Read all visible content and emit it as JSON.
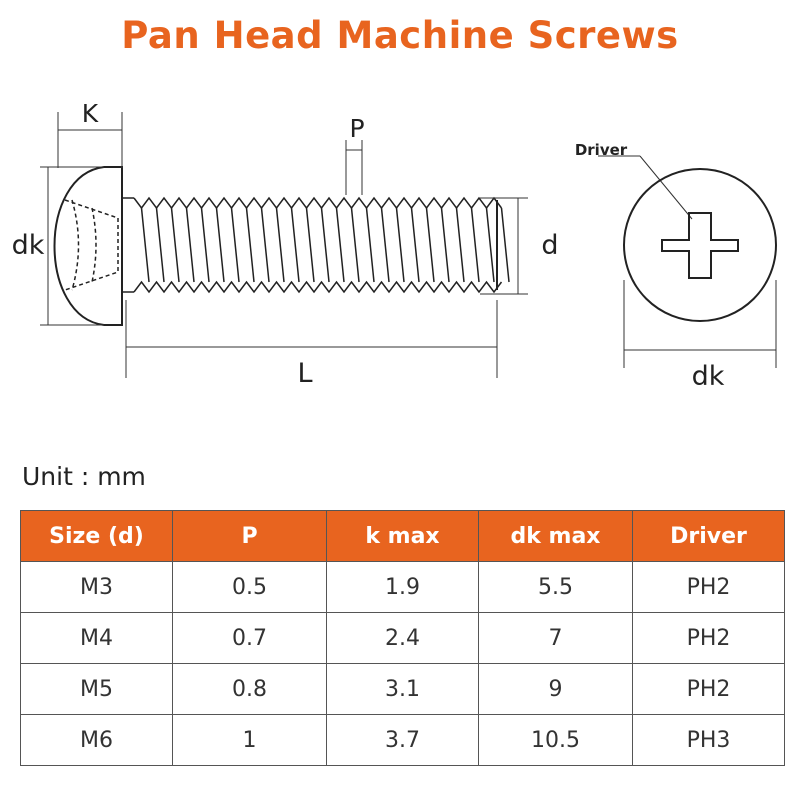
{
  "title": "Pan Head Machine Screws",
  "diagram": {
    "labels": {
      "K": "K",
      "P": "P",
      "dk_side": "dk",
      "d": "d",
      "L": "L",
      "driver": "Driver",
      "dk_top": "dk"
    }
  },
  "unit_label": "Unit : mm",
  "table": {
    "headers": [
      "Size (d)",
      "P",
      "k max",
      "dk max",
      "Driver"
    ],
    "rows": [
      [
        "M3",
        "0.5",
        "1.9",
        "5.5",
        "PH2"
      ],
      [
        "M4",
        "0.7",
        "2.4",
        "7",
        "PH2"
      ],
      [
        "M5",
        "0.8",
        "3.1",
        "9",
        "PH2"
      ],
      [
        "M6",
        "1",
        "3.7",
        "10.5",
        "PH3"
      ]
    ]
  },
  "colors": {
    "accent": "#e8641f",
    "line": "#222222"
  }
}
